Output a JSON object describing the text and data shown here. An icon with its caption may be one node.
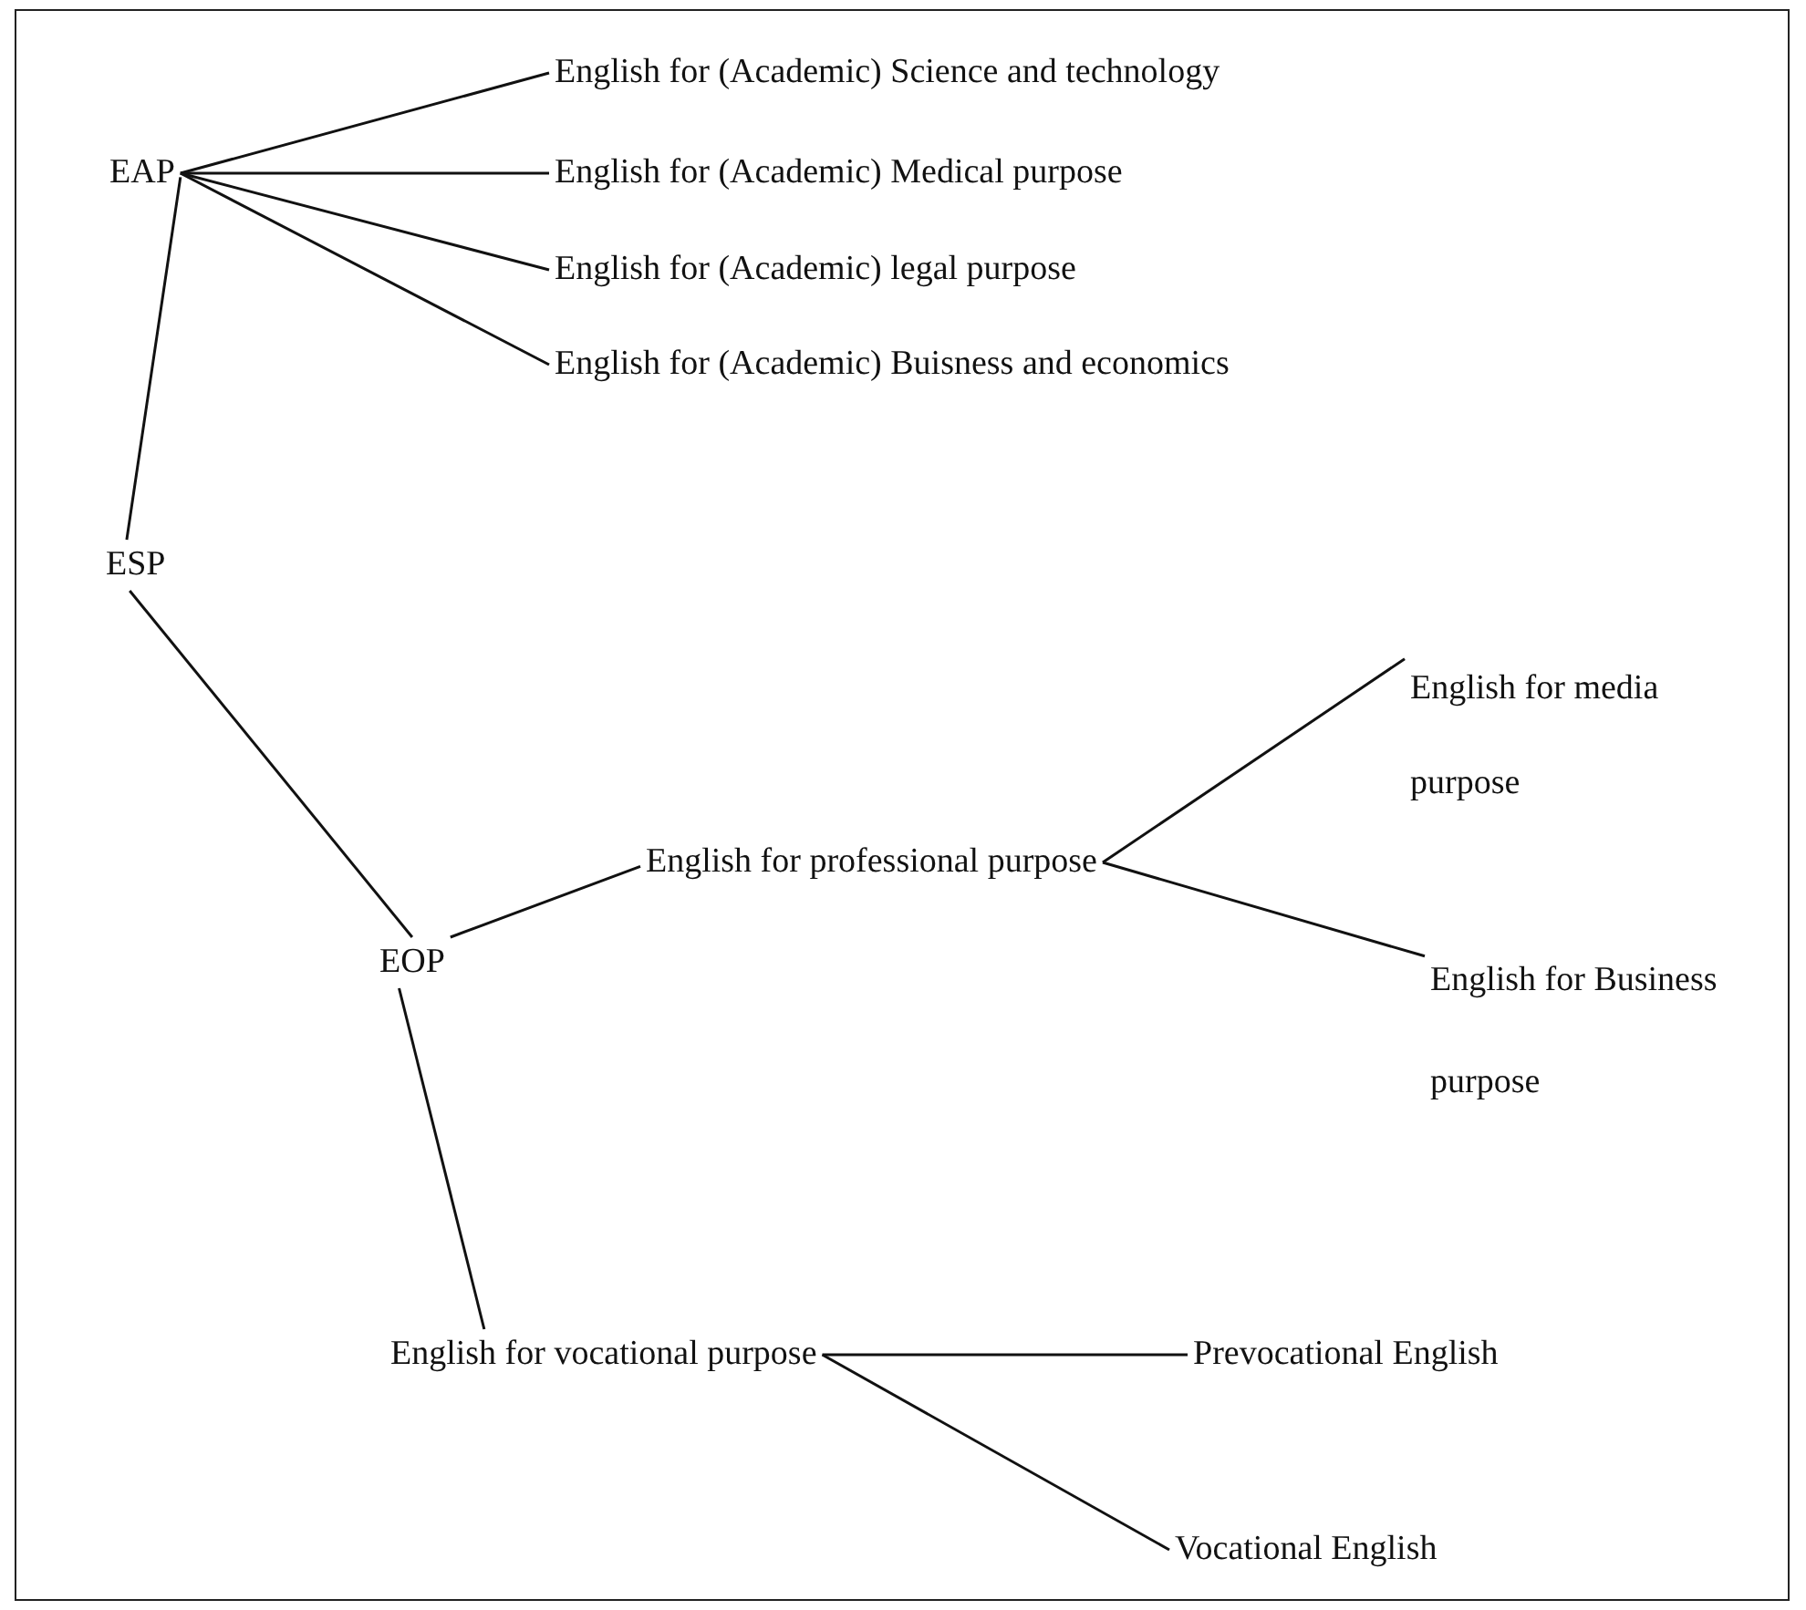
{
  "diagram": {
    "nodes": [
      {
        "text": [
          "ESP"
        ]
      },
      {
        "text": [
          "EAP"
        ]
      },
      {
        "text": [
          "English for (Academic) Science and technology"
        ]
      },
      {
        "text": [
          "English for (Academic) Medical purpose"
        ]
      },
      {
        "text": [
          "English for (Academic) legal purpose"
        ]
      },
      {
        "text": [
          "English for (Academic) Buisness and economics"
        ]
      },
      {
        "text": [
          "EOP"
        ]
      },
      {
        "text": [
          "English for professional purpose"
        ]
      },
      {
        "text": [
          "English for media purpose"
        ]
      },
      {
        "text": [
          "English for Business purpose"
        ]
      },
      {
        "text": [
          "English for vocational purpose"
        ]
      },
      {
        "text": [
          "Prevocational English"
        ]
      },
      {
        "text": [
          "Vocational English"
        ]
      }
    ],
    "edges": [
      {
        "from": 0,
        "to": 1,
        "arrow": "none"
      },
      {
        "from": 1,
        "to": 2,
        "arrow": "none"
      },
      {
        "from": 1,
        "to": 3,
        "arrow": "none"
      },
      {
        "from": 1,
        "to": 4,
        "arrow": "none"
      },
      {
        "from": 1,
        "to": 5,
        "arrow": "none"
      },
      {
        "from": 0,
        "to": 6,
        "arrow": "none"
      },
      {
        "from": 6,
        "to": 7,
        "arrow": "none"
      },
      {
        "from": 7,
        "to": 8,
        "arrow": "none"
      },
      {
        "from": 7,
        "to": 9,
        "arrow": "none"
      },
      {
        "from": 6,
        "to": 10,
        "arrow": "none"
      },
      {
        "from": 10,
        "to": 11,
        "arrow": "none"
      },
      {
        "from": 10,
        "to": 12,
        "arrow": "none"
      }
    ]
  }
}
